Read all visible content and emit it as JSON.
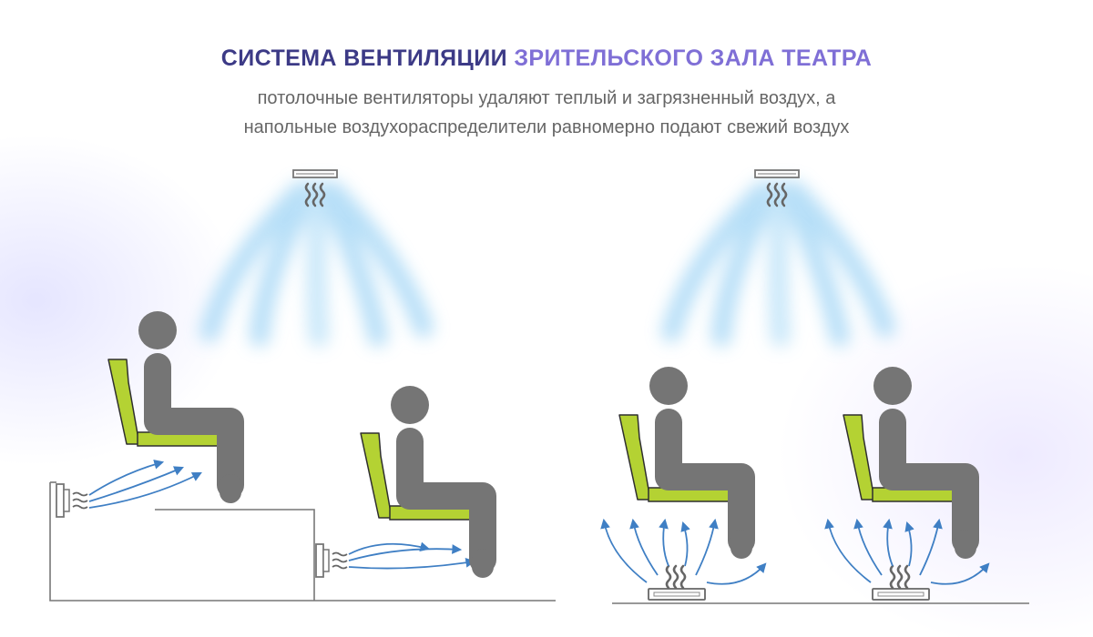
{
  "header": {
    "title_dark": "СИСТЕМА ВЕНТИЛЯЦИИ",
    "title_light": "ЗРИТЕЛЬСКОГО ЗАЛА ТЕАТРА",
    "subtitle_line1": "потолочные вентиляторы удаляют теплый и загрязненный воздух, а",
    "subtitle_line2": "напольные воздухораспределители равномерно подают свежий воздух"
  },
  "colors": {
    "title_dark": "#3c3a86",
    "title_accent": "#7f6fd6",
    "subtitle": "#666666",
    "person": "#757575",
    "seat": "#b4d233",
    "seat_outline": "#2f2f2f",
    "arrow": "#3f7fc4",
    "airflow": "#9fd4f5",
    "structure": "#777777"
  },
  "icons": {
    "ceiling_vent": "ceiling-vent-icon",
    "wall_vent": "wall-vent-icon",
    "floor_vent": "floor-vent-icon",
    "heat_waves": "heat-waves-icon",
    "person": "person-icon",
    "seat": "seat-icon"
  }
}
